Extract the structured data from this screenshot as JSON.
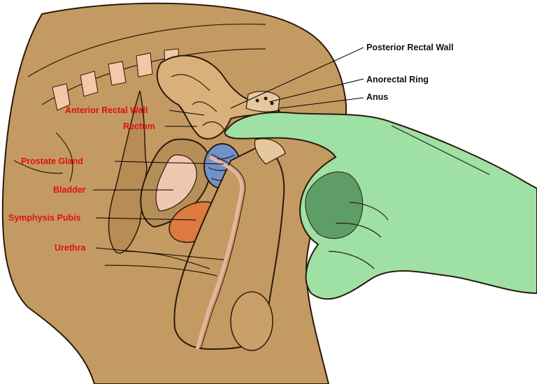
{
  "labels": {
    "posterior_rectal_wall": "Posterior Rectal Wall",
    "anorectal_ring": "Anorectal Ring",
    "anus": "Anus",
    "anterior_rectal_wall": "Anterior Rectal Wall",
    "rectum": "Rectum",
    "prostate_gland": "Prostate Gland",
    "bladder": "Bladder",
    "symphysis_pubis": "Symphysis Pubis",
    "urethra": "Urethra"
  },
  "colors": {
    "label_red": "#e01010",
    "label_black": "#111111",
    "tissue": "#c49a63",
    "tissue_dark": "#a8804c",
    "glove": "#9fe0a5",
    "glove_shadow": "#5e9d66",
    "prostate": "#6f93c9",
    "bladder": "#efc7b0",
    "symphysis": "#dd7a40",
    "urethra": "#e8b4a0"
  }
}
